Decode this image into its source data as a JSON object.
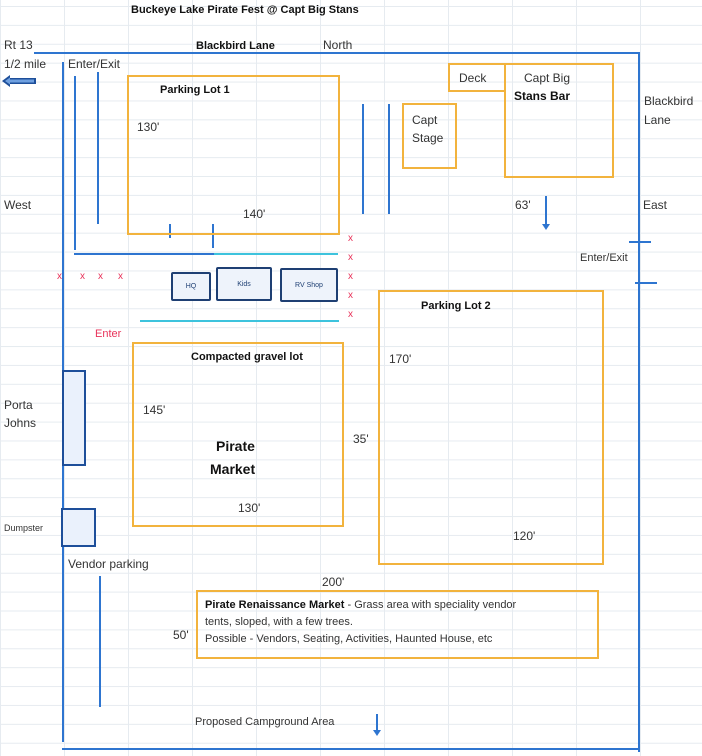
{
  "title": "Buckeye Lake Pirate Fest @ Capt Big Stans",
  "roads": {
    "rt13": "Rt 13",
    "half_mile": "1/2 mile",
    "blackbird_north": "Blackbird Lane",
    "blackbird_east": "Blackbird\nLane"
  },
  "compass": {
    "north": "North",
    "west": "West",
    "east": "East"
  },
  "entrances": {
    "north_enter_exit": "Enter/Exit",
    "east_enter_exit": "Enter/Exit",
    "west_enter": "Enter"
  },
  "parking_lot_1": {
    "label": "Parking  Lot 1",
    "depth": "130'",
    "width": "140'"
  },
  "deck": {
    "label": "Deck"
  },
  "bar": {
    "line1": "Capt Big",
    "line2": "Stans Bar"
  },
  "stage": {
    "line1": "Capt",
    "line2": "Stage"
  },
  "dimension_63": "63'",
  "buildings": {
    "hq": "HQ",
    "kids": "Kids",
    "rv_shop": "RV Shop"
  },
  "markers": {
    "x": "x"
  },
  "parking_lot_2": {
    "label": "Parking Lot 2",
    "depth": "170'",
    "width": "120'"
  },
  "gravel_lot": {
    "label": "Compacted gravel lot",
    "name_line1": "Pirate",
    "name_line2": "Market",
    "depth": "145'",
    "width": "130'"
  },
  "gap_35": "35'",
  "porta_johns": {
    "line1": "Porta",
    "line2": "Johns"
  },
  "dumpster": "Dumpster",
  "vendor_parking": "Vendor parking",
  "renaissance": {
    "width": "200'",
    "depth": "50'",
    "title": "Pirate Renaissance Market",
    "desc1": " - Grass area with speciality vendor",
    "desc2": "tents, sloped, with a few trees.",
    "desc3": "Possible - Vendors, Seating, Activities, Haunted House, etc"
  },
  "campground": "Proposed Campground Area",
  "colors": {
    "boundary": "#2e75d0",
    "lot_border": "#f2b33d",
    "fence": "#3dc3dd",
    "marker": "#e8335a",
    "building": "#1e3f73"
  }
}
